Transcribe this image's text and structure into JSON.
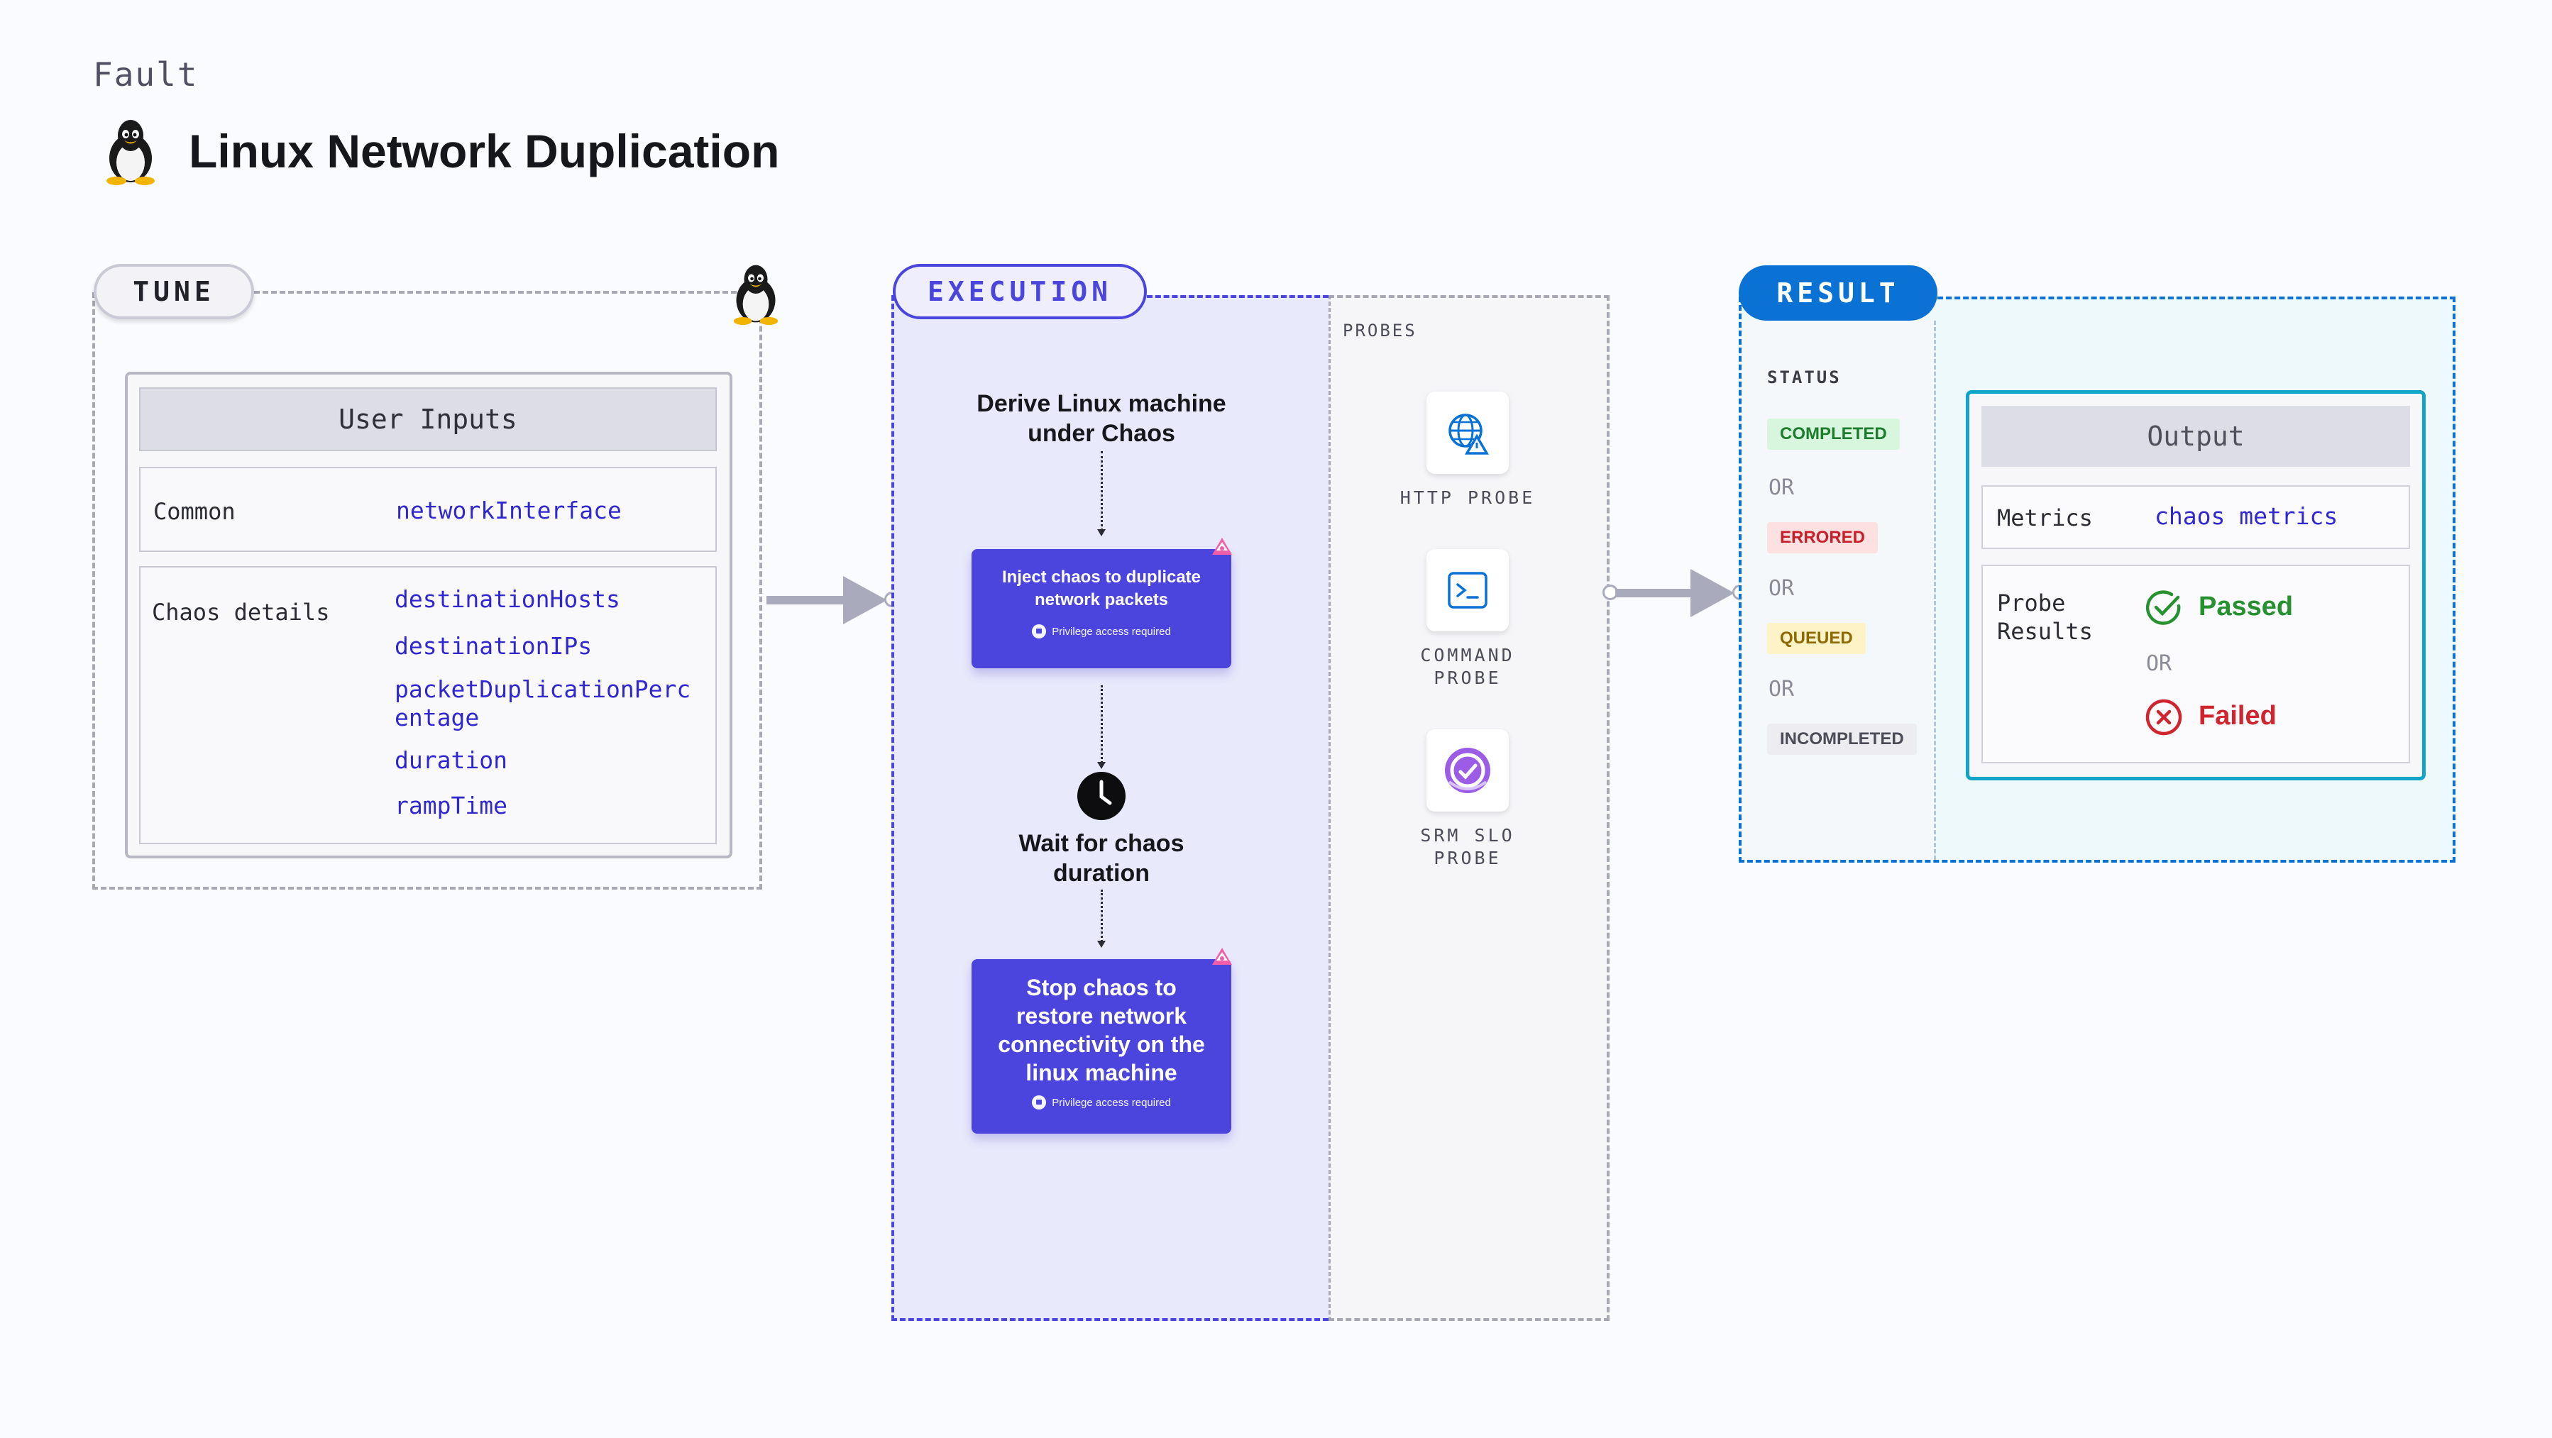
{
  "header": {
    "eyebrow": "Fault",
    "title": "Linux Network Duplication",
    "icon": "linux-penguin-icon"
  },
  "tune": {
    "pill": "TUNE",
    "card_title": "User Inputs",
    "common_label": "Common",
    "common_params": [
      "networkInterface"
    ],
    "chaos_label": "Chaos details",
    "chaos_params": [
      "destinationHosts",
      "destinationIPs",
      "packetDuplicationPerc",
      "entage",
      "duration",
      "rampTime"
    ]
  },
  "execution": {
    "pill": "EXECUTION",
    "step1": "Derive Linux machine under Chaos",
    "step1_line1": "Derive Linux machine",
    "step1_line2": "under Chaos",
    "inject_line1": "Inject chaos to duplicate",
    "inject_line2": "network packets",
    "privilege": "Privilege access required",
    "wait_line1": "Wait for chaos",
    "wait_line2": "duration",
    "stop_lines": [
      "Stop chaos to",
      "restore network",
      "connectivity on the",
      "linux machine"
    ]
  },
  "probes": {
    "label": "PROBES",
    "items": [
      {
        "name_line1": "HTTP PROBE",
        "name_line2": "",
        "icon": "globe-warning-icon"
      },
      {
        "name_line1": "COMMAND",
        "name_line2": "PROBE",
        "icon": "terminal-icon"
      },
      {
        "name_line1": "SRM SLO",
        "name_line2": "PROBE",
        "icon": "slo-gauge-icon"
      }
    ]
  },
  "result": {
    "pill": "RESULT",
    "status_label": "STATUS",
    "statuses": [
      "COMPLETED",
      "ERRORED",
      "QUEUED",
      "INCOMPLETED"
    ],
    "or": "OR",
    "output_title": "Output",
    "metrics_label": "Metrics",
    "metrics_value": "chaos metrics",
    "probe_results_line1": "Probe",
    "probe_results_line2": "Results",
    "passed": "Passed",
    "failed": "Failed"
  },
  "colors": {
    "execution": "#4b45dd",
    "result": "#0a72d5",
    "output_border": "#10a5c8",
    "passed": "#26922f",
    "failed": "#d0242e"
  }
}
